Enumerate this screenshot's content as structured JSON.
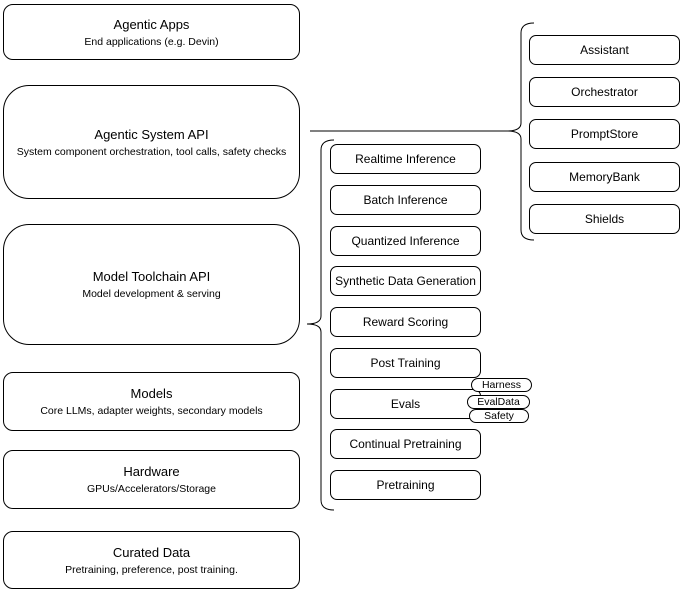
{
  "stack": [
    {
      "title": "Agentic Apps",
      "subtitle": "End applications (e.g. Devin)"
    },
    {
      "title": "Agentic System API",
      "subtitle": "System component orchestration, tool calls, safety checks"
    },
    {
      "title": "Model Toolchain API",
      "subtitle": "Model development & serving"
    },
    {
      "title": "Models",
      "subtitle": "Core LLMs, adapter weights, secondary models"
    },
    {
      "title": "Hardware",
      "subtitle": "GPUs/Accelerators/Storage"
    },
    {
      "title": "Curated Data",
      "subtitle": "Pretraining, preference, post training."
    }
  ],
  "toolchain_items": [
    "Realtime Inference",
    "Batch Inference",
    "Quantized Inference",
    "Synthetic Data Generation",
    "Reward Scoring",
    "Post Training",
    "Evals",
    "Continual Pretraining",
    "Pretraining"
  ],
  "eval_tags": [
    "Harness",
    "EvalData",
    "Safety"
  ],
  "system_items": [
    "Assistant",
    "Orchestrator",
    "PromptStore",
    "MemoryBank",
    "Shields"
  ],
  "colors": {
    "stroke": "#000000",
    "fill": "#ffffff",
    "text": "#000000"
  }
}
